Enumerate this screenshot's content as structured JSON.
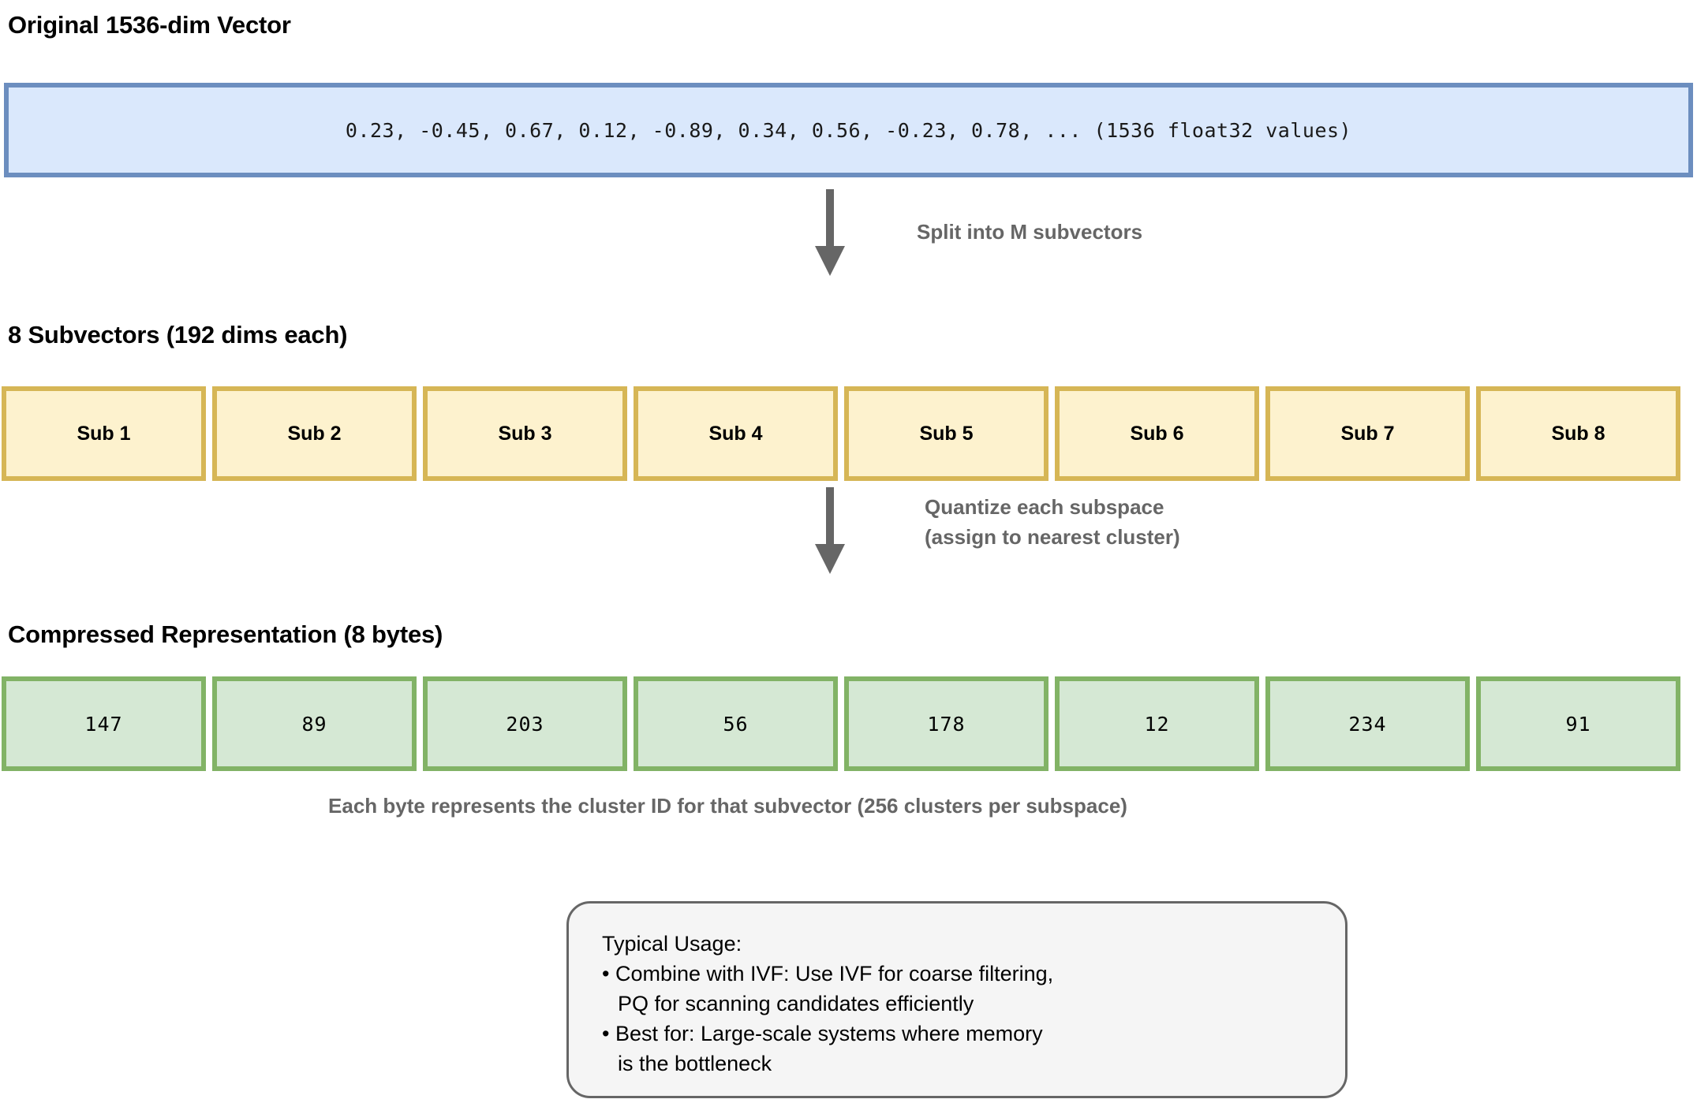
{
  "diagram": {
    "title_original": "Original 1536-dim Vector",
    "title_subvectors": "8 Subvectors (192 dims each)",
    "title_compressed": "Compressed Representation (8 bytes)",
    "vector_preview": "0.23, -0.45, 0.67, 0.12, -0.89, 0.34, 0.56, -0.23, 0.78, ... (1536 float32 values)",
    "arrow_split_label": "Split into M subvectors",
    "arrow_quantize_label_line1": "Quantize each subspace",
    "arrow_quantize_label_line2": "(assign to nearest cluster)",
    "caption_bytes": "Each byte represents the cluster ID for that subvector (256 clusters per subspace)",
    "subvectors": [
      {
        "label": "Sub 1"
      },
      {
        "label": "Sub 2"
      },
      {
        "label": "Sub 3"
      },
      {
        "label": "Sub 4"
      },
      {
        "label": "Sub 5"
      },
      {
        "label": "Sub 6"
      },
      {
        "label": "Sub 7"
      },
      {
        "label": "Sub 8"
      }
    ],
    "bytes": [
      {
        "value": "147"
      },
      {
        "value": "89"
      },
      {
        "value": "203"
      },
      {
        "value": "56"
      },
      {
        "value": "178"
      },
      {
        "value": "12"
      },
      {
        "value": "234"
      },
      {
        "value": "91"
      }
    ],
    "note": {
      "title": "Typical Usage:",
      "bullet1_line1": "• Combine with IVF: Use IVF for coarse filtering,",
      "bullet1_line2": "PQ for scanning candidates efficiently",
      "bullet2_line1": "• Best for: Large-scale systems where memory",
      "bullet2_line2": "is the bottleneck"
    },
    "colors": {
      "vector_fill": "#dae8fc",
      "vector_border": "#6c8ebf",
      "subvector_fill": "#fdf2ce",
      "subvector_border": "#d6b656",
      "byte_fill": "#d5e8d4",
      "byte_border": "#82b366",
      "arrow": "#666666",
      "note_fill": "#f5f5f5",
      "note_border": "#666666",
      "heading_text": "#000000",
      "muted_text": "#666666"
    }
  }
}
